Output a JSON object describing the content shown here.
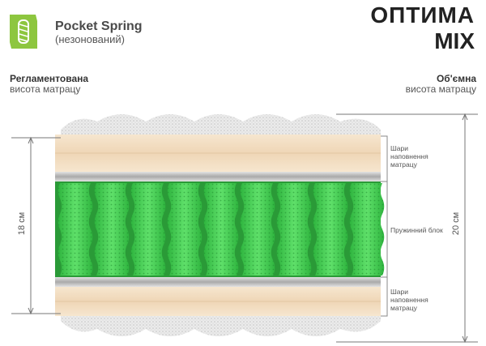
{
  "brand": {
    "title": "Pocket Spring",
    "subtitle": "(незонований)",
    "logo_icon": "spring-logo-icon",
    "accent_color": "#8dc63f"
  },
  "model": {
    "title": "ОПТИМА",
    "subtitle": "MIX"
  },
  "left": {
    "heading": "Регламентована",
    "subheading": "висота матрацу",
    "dimension": "18 см"
  },
  "right": {
    "heading": "Об'ємна",
    "subheading": "висота матрацу",
    "dimension": "20 см"
  },
  "layers": {
    "top": "Шари наповнення матрацу",
    "spring": "Пружинний блок",
    "bottom": "Шари наповнення матрацу"
  },
  "colors": {
    "spring_green": "#39c84a",
    "foam_beige": "#f2dcc0",
    "felt_gray": "#c9c9c9",
    "quilt_white": "#f3f3f3"
  }
}
